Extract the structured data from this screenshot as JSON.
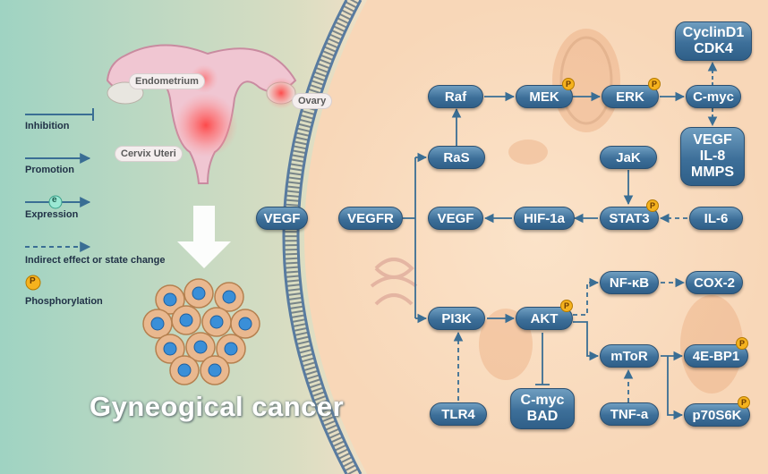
{
  "legend": {
    "inhibition": "Inhibition",
    "promotion": "Promotion",
    "expression": "Expression",
    "expression_symbol": "e",
    "indirect": "Indirect effect or state change",
    "phosphorylation": "Phosphorylation",
    "phospho_symbol": "P"
  },
  "organ": {
    "endometrium": "Endometrium",
    "ovary": "Ovary",
    "cervix": "Cervix Uteri"
  },
  "title": "Gyneogical cancer",
  "nodes": {
    "vegf_ext": "VEGF",
    "vegfr": "VEGFR",
    "ras": "RaS",
    "raf": "Raf",
    "mek": "MEK",
    "erk": "ERK",
    "cmyc": "C-myc",
    "cyclind1": "CyclinD1",
    "cdk4": "CDK4",
    "vegf_out": "VEGF",
    "il8": "IL-8",
    "mmps": "MMPS",
    "jak": "JaK",
    "stat3": "STAT3",
    "il6": "IL-6",
    "hif1a": "HIF-1a",
    "vegf_mid": "VEGF",
    "pi3k": "PI3K",
    "akt": "AKT",
    "nfkb": "NF-κB",
    "cox2": "COX-2",
    "mtor": "mToR",
    "ebp1": "4E-BP1",
    "p70s6k": "p70S6K",
    "tlr4": "TLR4",
    "tnfa": "TNF-a",
    "cmyc_bad_1": "C-myc",
    "cmyc_bad_2": "BAD"
  },
  "colors": {
    "node": "#3d6f99",
    "arrow": "#3a6e94",
    "phospho": "#f5b21e",
    "left_bg": "#9cd0c0",
    "right_bg": "#f8dcc0"
  }
}
